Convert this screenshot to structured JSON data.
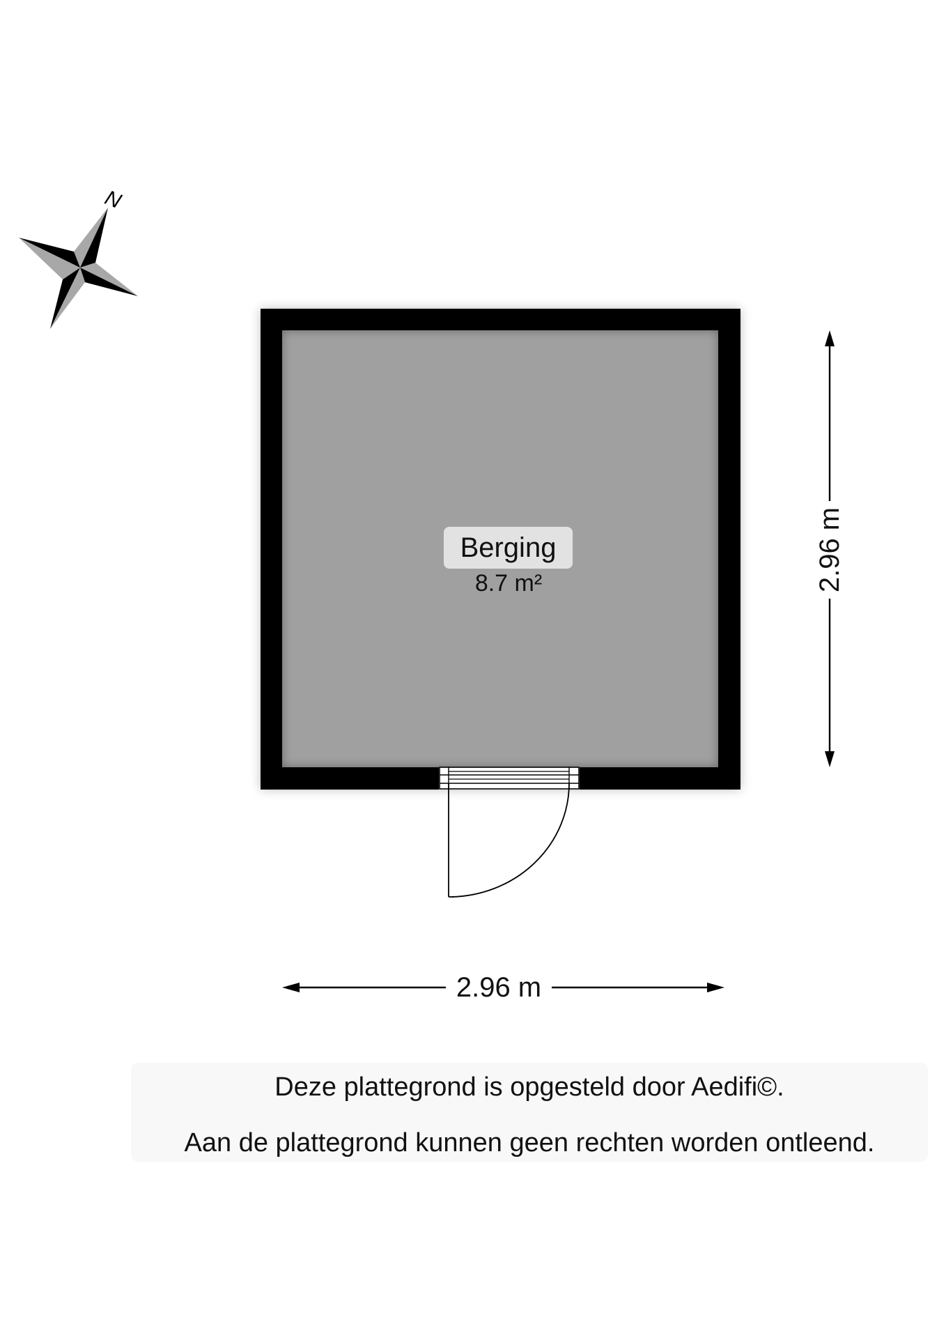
{
  "compass": {
    "north_label": "N",
    "icon": "compass-rose-icon",
    "rotation_deg": 22,
    "colors": {
      "dark": "#000000",
      "light": "#a8a8a8"
    }
  },
  "room": {
    "name": "Berging",
    "area": "8.7 m²",
    "floor_color": "#a0a0a0",
    "wall_color": "#000000",
    "label_bg": "#e2e2e2"
  },
  "dimensions": {
    "width": "2.96 m",
    "height": "2.96 m"
  },
  "door": {
    "icon": "swing-door-icon",
    "position": "bottom wall"
  },
  "footer": {
    "line1": "Deze plattegrond is opgesteld door Aedifi©.",
    "line2": "Aan de plattegrond kunnen geen rechten worden ontleend."
  }
}
